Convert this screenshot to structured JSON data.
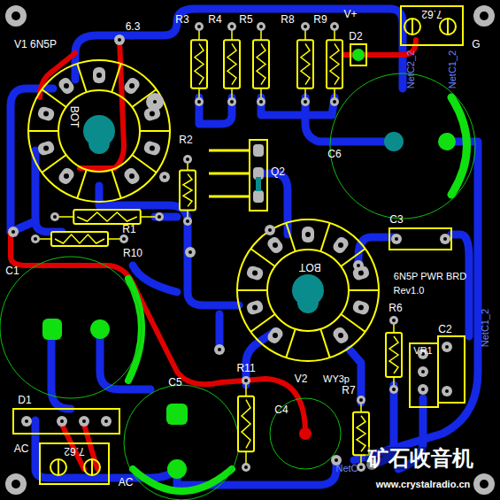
{
  "diagram": {
    "nodes": [
      {
        "text": [
          "7.62"
        ]
      },
      {
        "text": [
          "7.62"
        ]
      }
    ],
    "labels": [
      "V1 6N5P",
      "6.3",
      "R3",
      "R4",
      "R5",
      "R8",
      "R9",
      "V+",
      "D2",
      "G",
      "NetC2_2",
      "NetC1_2",
      "BOT",
      "R2",
      "Q2",
      "C6",
      "C3",
      "BOT",
      "6N5P PWR BRD",
      "Rev1.0",
      "R1",
      "R10",
      "C1",
      "R6",
      "C2",
      "VR1",
      "NetC1_2",
      "D1",
      "C5",
      "R11",
      "V2",
      "WY3p",
      "R7",
      "C4",
      "AC",
      "AC",
      "NetC",
      "矿石收音机",
      "www.crystalradio.cn"
    ]
  }
}
